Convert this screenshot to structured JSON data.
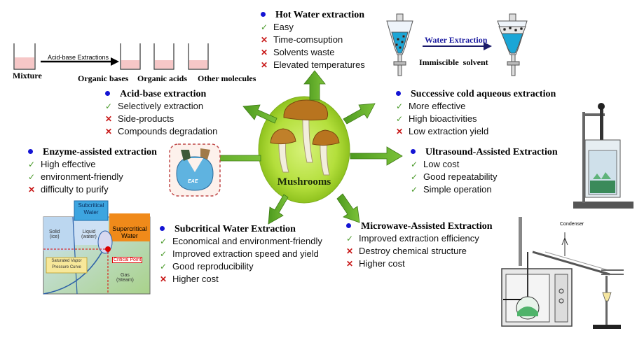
{
  "center": {
    "label": "Mushrooms"
  },
  "acid_base_scheme": {
    "arrow_label": "Acid-base Extractions",
    "mixture": "Mixture",
    "products": [
      "Organic bases",
      "Organic acids",
      "Other molecules"
    ]
  },
  "funnel_scheme": {
    "arrow_label": "Water Extraction",
    "caption": "Immiscible  solvent"
  },
  "eae_label": "EAE",
  "phase_diagram": {
    "solid": "Solid\n(ice)",
    "liquid": "Liquid\n(water)",
    "gas": "Gas\n(Steam)",
    "subcritical": "Subcritical\nWater",
    "supercritical": "Supercritical\nWater",
    "critical_point": "Critical Point",
    "vapor_curve": "Saturated Vapor\nPressure Curve"
  },
  "condenser_label": "Condenser",
  "methods": [
    {
      "id": "hot-water",
      "title": "Hot Water extraction",
      "items": [
        {
          "mark": "check",
          "text": "Easy"
        },
        {
          "mark": "cross",
          "text": "Time-comsuption"
        },
        {
          "mark": "cross",
          "text": "Solvents waste"
        },
        {
          "mark": "cross",
          "text": "Elevated temperatures"
        }
      ]
    },
    {
      "id": "acid-base",
      "title": "Acid-base extraction",
      "items": [
        {
          "mark": "check",
          "text": "Selectively extraction"
        },
        {
          "mark": "cross",
          "text": "Side-products"
        },
        {
          "mark": "cross",
          "text": "Compounds degradation"
        }
      ]
    },
    {
      "id": "cold-aqueous",
      "title": "Successive cold aqueous extraction",
      "items": [
        {
          "mark": "check",
          "text": "More effective"
        },
        {
          "mark": "check",
          "text": "High bioactivities"
        },
        {
          "mark": "cross",
          "text": "Low extraction yield"
        }
      ]
    },
    {
      "id": "enzyme",
      "title": "Enzyme-assisted extraction",
      "items": [
        {
          "mark": "check",
          "text": "High effective"
        },
        {
          "mark": "check",
          "text": "environment-friendly"
        },
        {
          "mark": "cross",
          "text": "difficulty  to purify"
        }
      ]
    },
    {
      "id": "ultrasound",
      "title": "Ultrasound-Assisted Extraction",
      "items": [
        {
          "mark": "check",
          "text": "Low cost"
        },
        {
          "mark": "check",
          "text": "Good repeatability"
        },
        {
          "mark": "check",
          "text": "Simple operation"
        }
      ]
    },
    {
      "id": "subcritical",
      "title": "Subcritical Water Extraction",
      "items": [
        {
          "mark": "check",
          "text": "Economical and environment-friendly"
        },
        {
          "mark": "check",
          "text": "Improved extraction speed and yield"
        },
        {
          "mark": "check",
          "text": "Good reproducibility"
        },
        {
          "mark": "cross",
          "text": "Higher cost"
        }
      ]
    },
    {
      "id": "microwave",
      "title": "Microwave-Assisted Extraction",
      "items": [
        {
          "mark": "check",
          "text": "Improved extraction efficiency"
        },
        {
          "mark": "cross",
          "text": "Destroy chemical structure"
        },
        {
          "mark": "cross",
          "text": "Higher cost"
        }
      ]
    }
  ]
}
